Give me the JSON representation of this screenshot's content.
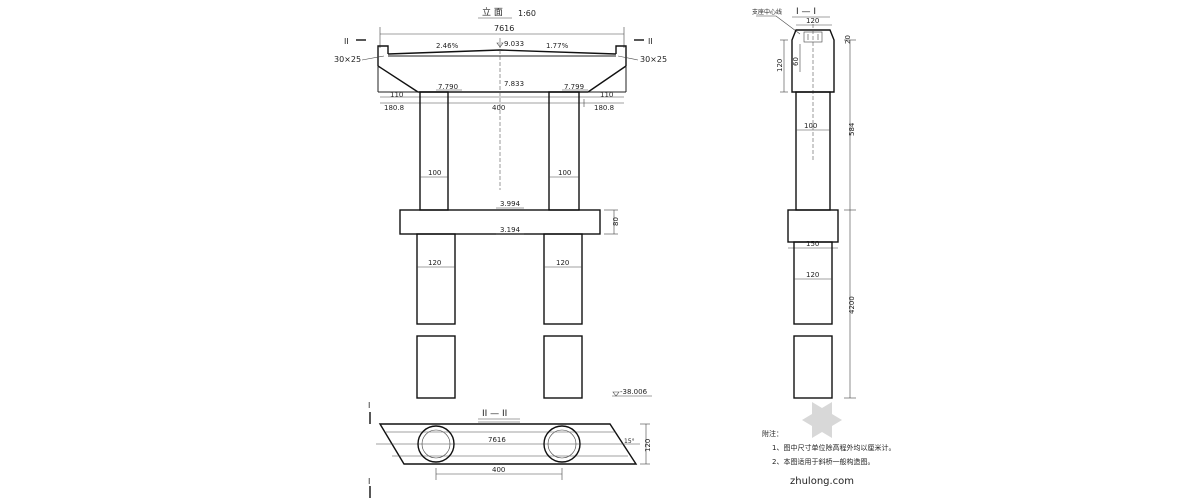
{
  "elevation": {
    "title": "立 面",
    "scale": "1:60",
    "section_mark": "II",
    "top_width": "7616",
    "crown_height": "9.033",
    "slope_left": "2.46%",
    "slope_right": "1.77%",
    "rebar_left": "30×25",
    "rebar_right": "30×25",
    "beam_level_left": "7.790",
    "beam_level_center": "7.833",
    "beam_level_right": "7.799",
    "dim_110_left": "110",
    "dim_110_right": "110",
    "dim_overhang_left": "180.8",
    "dim_overhang_right": "180.8",
    "dim_spacing": "400",
    "col_width_left": "100",
    "col_width_right": "100",
    "tie_top_level": "3.994",
    "tie_bottom_level": "3.194",
    "tie_height": "80",
    "pile_width_left": "120",
    "pile_width_right": "120",
    "pile_tip_level": "-38.006"
  },
  "section_ii": {
    "title": "II — II",
    "mark": "I",
    "width": "7616",
    "depth": "120",
    "spacing": "400",
    "angle": "15°"
  },
  "section_i": {
    "title": "I — I",
    "top_label": "支座中心线",
    "dim_120_top": "120",
    "dim_120_cap": "120",
    "dim_60": "60",
    "dim_20": "20",
    "col_width": "100",
    "tie_width": "150",
    "pile_width": "120",
    "col_height": "584",
    "pile_height": "4200"
  },
  "notes": {
    "heading": "附注：",
    "items": [
      "1、图中尺寸单位除高程外均以厘米计。",
      "2、本图适用于斜桥一般构造图。"
    ]
  },
  "watermark": "zhulong.com"
}
